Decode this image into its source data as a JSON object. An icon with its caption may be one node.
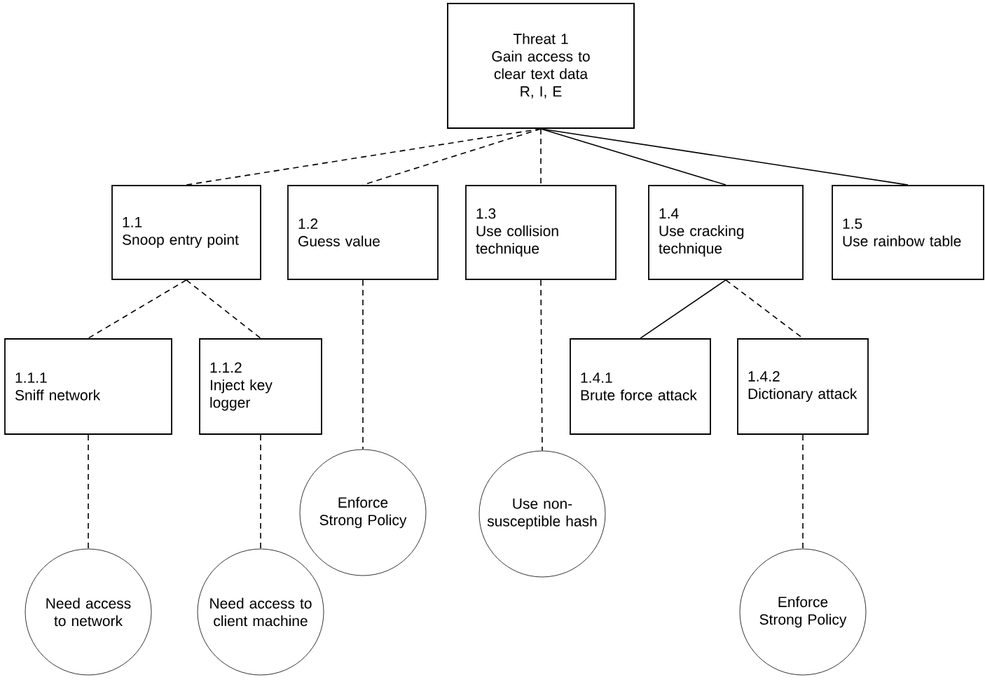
{
  "diagram": {
    "nodes": [
      {
        "text": [
          "Threat 1",
          "Gain access to clear text data",
          "R, I, E"
        ]
      },
      {
        "text": [
          "1.1",
          "Snoop entry point"
        ]
      },
      {
        "text": [
          "1.2",
          "Guess value"
        ]
      },
      {
        "text": [
          "1.3",
          "Use collision technique"
        ]
      },
      {
        "text": [
          "1.4",
          "Use cracking technique"
        ]
      },
      {
        "text": [
          "1.5",
          "Use rainbow table"
        ]
      },
      {
        "text": [
          "1.1.1",
          "Sniff network"
        ]
      },
      {
        "text": [
          "1.1.2",
          "Inject key logger"
        ]
      },
      {
        "text": [
          "1.4.1",
          "Brute force attack"
        ]
      },
      {
        "text": [
          "1.4.2",
          "Dictionary attack"
        ]
      },
      {
        "text": [
          "Need access to network"
        ]
      },
      {
        "text": [
          "Need access to client machine"
        ]
      },
      {
        "text": [
          "Enforce Strong Policy"
        ]
      },
      {
        "text": [
          "Use non-susceptible hash"
        ]
      },
      {
        "text": [
          "Enforce Strong Policy"
        ]
      }
    ],
    "edges": [
      {
        "from": 0,
        "to": 1,
        "arrow": "none",
        "style": "dashed"
      },
      {
        "from": 0,
        "to": 2,
        "arrow": "none",
        "style": "dashed"
      },
      {
        "from": 0,
        "to": 3,
        "arrow": "none",
        "style": "dashed"
      },
      {
        "from": 0,
        "to": 4,
        "arrow": "none"
      },
      {
        "from": 0,
        "to": 5,
        "arrow": "none"
      },
      {
        "from": 1,
        "to": 6,
        "arrow": "none",
        "style": "dashed"
      },
      {
        "from": 1,
        "to": 7,
        "arrow": "none",
        "style": "dashed"
      },
      {
        "from": 4,
        "to": 8,
        "arrow": "none"
      },
      {
        "from": 4,
        "to": 9,
        "arrow": "none",
        "style": "dashed"
      },
      {
        "from": 6,
        "to": 10,
        "arrow": "none",
        "style": "dashed"
      },
      {
        "from": 7,
        "to": 11,
        "arrow": "none",
        "style": "dashed"
      },
      {
        "from": 2,
        "to": 12,
        "arrow": "none",
        "style": "dashed"
      },
      {
        "from": 3,
        "to": 13,
        "arrow": "none",
        "style": "dashed"
      },
      {
        "from": 9,
        "to": 14,
        "arrow": "none",
        "style": "dashed"
      }
    ]
  }
}
